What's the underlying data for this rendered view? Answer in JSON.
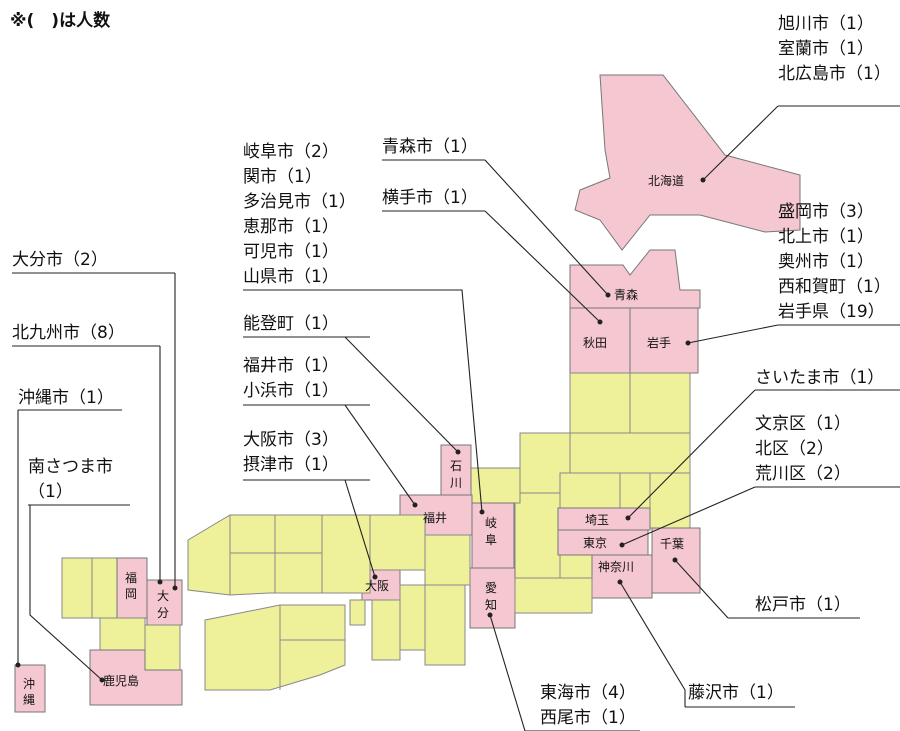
{
  "note": "※(　)は人数",
  "highlight_color": "#f4c7d1",
  "base_color": "#eef09a",
  "prefectures": {
    "hokkaido": "北海道",
    "aomori": "青森",
    "akita": "秋田",
    "iwate": "岩手",
    "ishikawa_1": "石",
    "ishikawa_2": "川",
    "fukui": "福井",
    "gifu_1": "岐",
    "gifu_2": "阜",
    "aichi_1": "愛",
    "aichi_2": "知",
    "osaka": "大阪",
    "saitama": "埼玉",
    "tokyo": "東京",
    "kanagawa": "神奈川",
    "chiba": "千葉",
    "fukuoka_1": "福",
    "fukuoka_2": "岡",
    "oita_1": "大",
    "oita_2": "分",
    "kagoshima": "鹿児島",
    "okinawa_1": "沖",
    "okinawa_2": "縄"
  },
  "labels": {
    "hokkaido": [
      "旭川市（1）",
      "室蘭市（1）",
      "北広島市（1）"
    ],
    "aomori": [
      "青森市（1）"
    ],
    "akita": [
      "横手市（1）"
    ],
    "iwate": [
      "盛岡市（3）",
      "北上市（1）",
      "奥州市（1）",
      "西和賀町（1）",
      "岩手県（19）"
    ],
    "gifu": [
      "岐阜市（2）",
      "関市（1）",
      "多治見市（1）",
      "恵那市（1）",
      "可児市（1）",
      "山県市（1）"
    ],
    "ishikawa": [
      "能登町（1）"
    ],
    "fukui": [
      "福井市（1）",
      "小浜市（1）"
    ],
    "osaka": [
      "大阪市（3）",
      "摂津市（1）"
    ],
    "saitama": [
      "さいたま市（1）"
    ],
    "tokyo": [
      "文京区（1）",
      "北区（2）",
      "荒川区（2）"
    ],
    "chiba": [
      "松戸市（1）"
    ],
    "kanagawa": [
      "藤沢市（1）"
    ],
    "aichi": [
      "東海市（4）",
      "西尾市（1）"
    ],
    "oita": [
      "大分市（2）"
    ],
    "fukuoka": [
      "北九州市（8）"
    ],
    "okinawa": [
      "沖縄市（1）"
    ],
    "kagoshima": [
      "南さつま市",
      "（1）"
    ]
  }
}
